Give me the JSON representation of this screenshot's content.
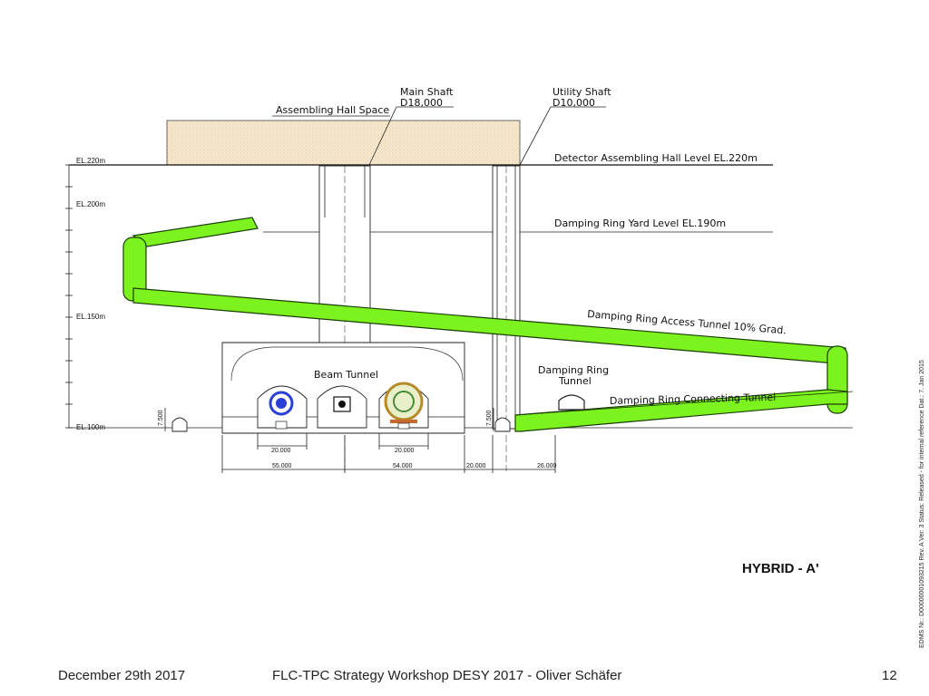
{
  "drawing": {
    "title": "HYBRID - A'",
    "labels": {
      "assembling_hall_space": "Assembling Hall Space",
      "main_shaft": "Main Shaft",
      "main_shaft_diameter": "D18,000",
      "utility_shaft": "Utility Shaft",
      "utility_shaft_diameter": "D10,000",
      "detector_hall_level": "Detector Assembling Hall Level EL.220m",
      "damping_ring_yard_level": "Damping Ring Yard Level EL.190m",
      "access_tunnel": "Damping Ring Access Tunnel 10% Grad.",
      "beam_tunnel": "Beam Tunnel",
      "damping_ring_tunnel_line1": "Damping Ring",
      "damping_ring_tunnel_line2": "Tunnel",
      "connecting_tunnel": "Damping Ring Connecting Tunnel"
    },
    "elevations": [
      "EL.220m",
      "EL.200m",
      "EL.150m",
      "EL.100m"
    ],
    "dimensions": {
      "left_height": "7.500",
      "right_height": "7.500",
      "cavern_left_width": "20.000",
      "cavern_right_width": "20.000",
      "span_55": "55.000",
      "span_54": "54.000",
      "span_20": "20.000",
      "span_26": "26.000"
    },
    "colors": {
      "tunnel_fill": "#7cf21e",
      "hall_fill": "#f7e9cf"
    }
  },
  "edms_text": "EDMS Nr.: D00000001093215  Rev. A  Ver: 3  Status: Released - for internal reference  Dat.: 7. Jan 2015",
  "footer": {
    "date": "December 29th 2017",
    "event": "FLC-TPC Strategy Workshop DESY 2017 - Oliver Schäfer",
    "page": "12"
  }
}
